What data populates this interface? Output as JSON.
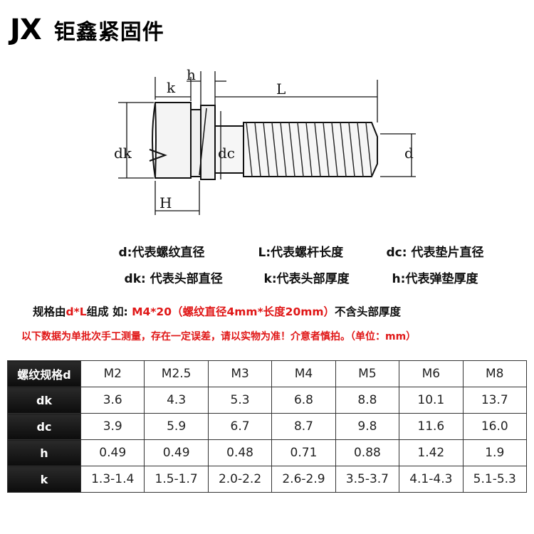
{
  "brand": {
    "logo": "JX",
    "name": "钜鑫紧固件"
  },
  "diagram_labels": {
    "k": "k",
    "h": "h",
    "L": "L",
    "dk": "dk",
    "dc": "dc",
    "d": "d",
    "H": "H"
  },
  "legend": {
    "row1": [
      "d:代表螺纹直径",
      "L:代表螺杆长度",
      "dc: 代表垫片直径"
    ],
    "row2": [
      "dk: 代表头部直径",
      "k:代表头部厚度",
      "h:代表弹垫厚度"
    ]
  },
  "spec_line": {
    "prefix": "规格由",
    "formula": "d*L",
    "middle": "组成  如: ",
    "example": "M4*20（螺纹直径4mm*长度20mm）",
    "suffix": "不含头部厚度"
  },
  "notice": "以下数据为单批次手工测量，存在一定误差，请以实物为准！介意者慎拍。（单位：mm）",
  "table": {
    "header_label": "螺纹规格d",
    "sizes": [
      "M2",
      "M2.5",
      "M3",
      "M4",
      "M5",
      "M6",
      "M8"
    ],
    "rows": [
      {
        "label": "dk",
        "values": [
          "3.6",
          "4.3",
          "5.3",
          "6.8",
          "8.8",
          "10.1",
          "13.7"
        ]
      },
      {
        "label": "dc",
        "values": [
          "3.9",
          "5.9",
          "6.7",
          "8.7",
          "9.8",
          "11.6",
          "16.0"
        ]
      },
      {
        "label": "h",
        "values": [
          "0.49",
          "0.49",
          "0.48",
          "0.71",
          "0.88",
          "1.42",
          "1.9"
        ]
      },
      {
        "label": "k",
        "values": [
          "1.3-1.4",
          "1.5-1.7",
          "2.0-2.2",
          "2.6-2.9",
          "3.5-3.7",
          "4.1-4.3",
          "5.1-5.3"
        ]
      }
    ]
  }
}
